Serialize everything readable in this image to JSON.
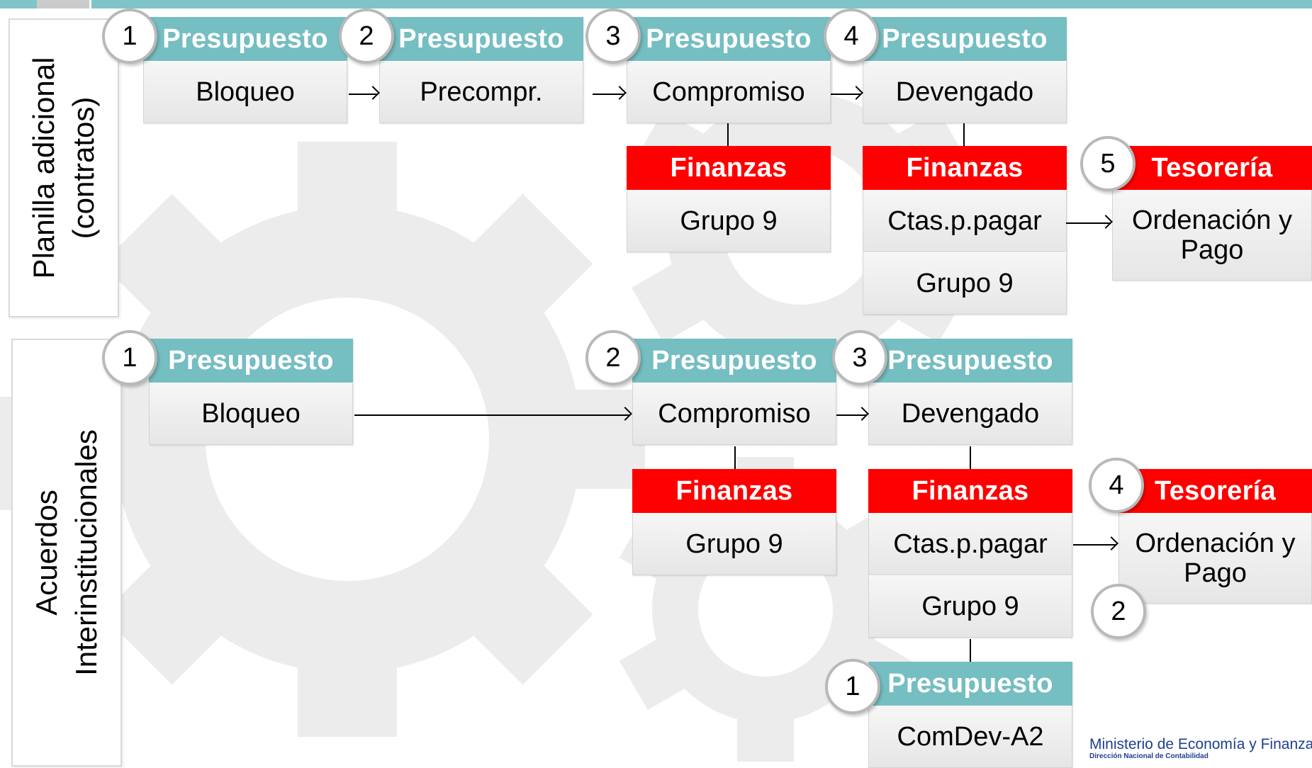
{
  "groups": {
    "planilla": "Planilla adicional\n(contratos)",
    "acuerdos": "Acuerdos\nInterinstitucionales"
  },
  "row1": {
    "b1": {
      "num": "1",
      "header": "Presupuesto",
      "cell": "Bloqueo"
    },
    "b2": {
      "num": "2",
      "header": "Presupuesto",
      "cell": "Precompr."
    },
    "b3": {
      "num": "3",
      "header": "Presupuesto",
      "cell": "Compromiso"
    },
    "b4": {
      "num": "4",
      "header": "Presupuesto",
      "cell": "Devengado"
    },
    "fin1": {
      "header": "Finanzas",
      "cell": "Grupo 9"
    },
    "fin2": {
      "header": "Finanzas",
      "cell1": "Ctas.p.pagar",
      "cell2": "Grupo 9"
    },
    "tes": {
      "num": "5",
      "header": "Tesorería",
      "cell": "Ordenación y Pago"
    }
  },
  "row2": {
    "b1": {
      "num": "1",
      "header": "Presupuesto",
      "cell": "Bloqueo"
    },
    "b2": {
      "num": "2",
      "header": "Presupuesto",
      "cell": "Compromiso"
    },
    "b3": {
      "num": "3",
      "header": "Presupuesto",
      "cell": "Devengado"
    },
    "fin1": {
      "header": "Finanzas",
      "cell": "Grupo 9"
    },
    "fin2": {
      "header": "Finanzas",
      "cell1": "Ctas.p.pagar",
      "cell2": "Grupo 9"
    },
    "tes": {
      "num": "4",
      "header": "Tesorería",
      "cell": "Ordenación y Pago",
      "num2": "2"
    },
    "comdev": {
      "num": "1",
      "header": "Presupuesto",
      "cell": "ComDev-A2"
    }
  },
  "logo": {
    "title": "Ministerio de Economía y Finanzas",
    "subtitle": "Dirección Nacional de Contabilidad"
  },
  "colors": {
    "teal": "#75bec2",
    "red": "#ff0000",
    "gear": "#ececec"
  }
}
